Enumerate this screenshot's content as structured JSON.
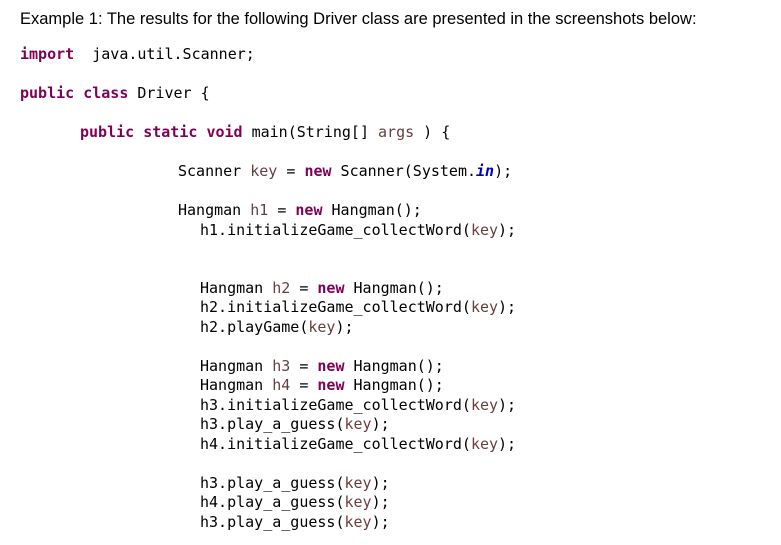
{
  "intro": "Example 1: The results for the following Driver class are presented in the screenshots below:",
  "lines": [
    {
      "segs": [
        [
          "kw",
          "import"
        ],
        [
          "",
          "  java.util.Scanner;"
        ]
      ]
    },
    {
      "segs": [
        [
          "kw",
          "public"
        ],
        [
          "",
          " "
        ],
        [
          "kw",
          "class"
        ],
        [
          "",
          " Driver {"
        ]
      ]
    },
    {
      "segs": [
        [
          "kw",
          "public"
        ],
        [
          "",
          " "
        ],
        [
          "kw",
          "static"
        ],
        [
          "",
          " "
        ],
        [
          "kw",
          "void"
        ],
        [
          "",
          " main(String[] "
        ],
        [
          "var",
          "args"
        ],
        [
          "",
          " ) {"
        ]
      ]
    },
    {
      "segs": [
        [
          "",
          "Scanner "
        ],
        [
          "var",
          "key"
        ],
        [
          "",
          " = "
        ],
        [
          "kw",
          "new"
        ],
        [
          "",
          " Scanner(System."
        ],
        [
          "fld",
          "in"
        ],
        [
          "",
          ");"
        ]
      ]
    },
    {
      "segs": [
        [
          "",
          "Hangman "
        ],
        [
          "var",
          "h1"
        ],
        [
          "",
          " = "
        ],
        [
          "kw",
          "new"
        ],
        [
          "",
          " Hangman();"
        ]
      ]
    },
    {
      "segs": [
        [
          "",
          "h1.initializeGame_collectWord("
        ],
        [
          "var",
          "key"
        ],
        [
          "",
          ");"
        ]
      ]
    },
    {
      "segs": [
        [
          "",
          "Hangman "
        ],
        [
          "var",
          "h2"
        ],
        [
          "",
          " = "
        ],
        [
          "kw",
          "new"
        ],
        [
          "",
          " Hangman();"
        ]
      ]
    },
    {
      "segs": [
        [
          "",
          "h2.initializeGame_collectWord("
        ],
        [
          "var",
          "key"
        ],
        [
          "",
          ");"
        ]
      ]
    },
    {
      "segs": [
        [
          "",
          "h2.playGame("
        ],
        [
          "var",
          "key"
        ],
        [
          "",
          ");"
        ]
      ]
    },
    {
      "segs": [
        [
          "",
          "Hangman "
        ],
        [
          "var",
          "h3"
        ],
        [
          "",
          " = "
        ],
        [
          "kw",
          "new"
        ],
        [
          "",
          " Hangman();"
        ]
      ]
    },
    {
      "segs": [
        [
          "",
          "Hangman "
        ],
        [
          "var",
          "h4"
        ],
        [
          "",
          " = "
        ],
        [
          "kw",
          "new"
        ],
        [
          "",
          " Hangman();"
        ]
      ]
    },
    {
      "segs": [
        [
          "",
          "h3.initializeGame_collectWord("
        ],
        [
          "var",
          "key"
        ],
        [
          "",
          ");"
        ]
      ]
    },
    {
      "segs": [
        [
          "",
          "h3.play_a_guess("
        ],
        [
          "var",
          "key"
        ],
        [
          "",
          ");"
        ]
      ]
    },
    {
      "segs": [
        [
          "",
          "h4.initializeGame_collectWord("
        ],
        [
          "var",
          "key"
        ],
        [
          "",
          ");"
        ]
      ]
    },
    {
      "segs": [
        [
          "",
          "h3.play_a_guess("
        ],
        [
          "var",
          "key"
        ],
        [
          "",
          ");"
        ]
      ]
    },
    {
      "segs": [
        [
          "",
          "h4.play_a_guess("
        ],
        [
          "var",
          "key"
        ],
        [
          "",
          ");"
        ]
      ]
    },
    {
      "segs": [
        [
          "",
          "h3.play_a_guess("
        ],
        [
          "var",
          "key"
        ],
        [
          "",
          ");"
        ]
      ]
    }
  ]
}
